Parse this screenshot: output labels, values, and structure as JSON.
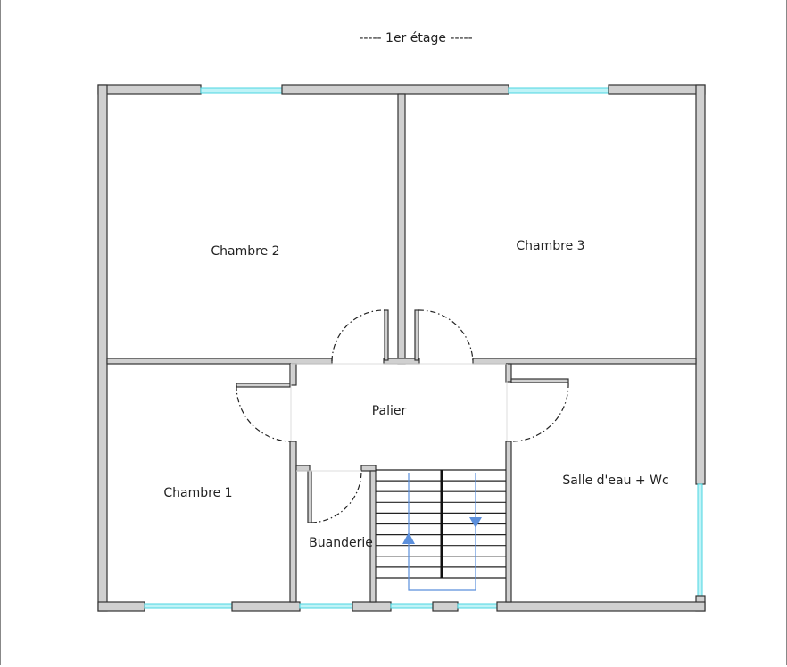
{
  "title": "-----  1er étage  -----",
  "rooms": {
    "chambre2": "Chambre 2",
    "chambre3": "Chambre 3",
    "chambre1": "Chambre 1",
    "palier": "Palier",
    "salle": "Salle d'eau + Wc",
    "buanderie": "Buanderie"
  },
  "colors": {
    "wall": "#d0d0d0",
    "window": "#4cd6e0",
    "stair_arrow": "#5b8fdc"
  }
}
